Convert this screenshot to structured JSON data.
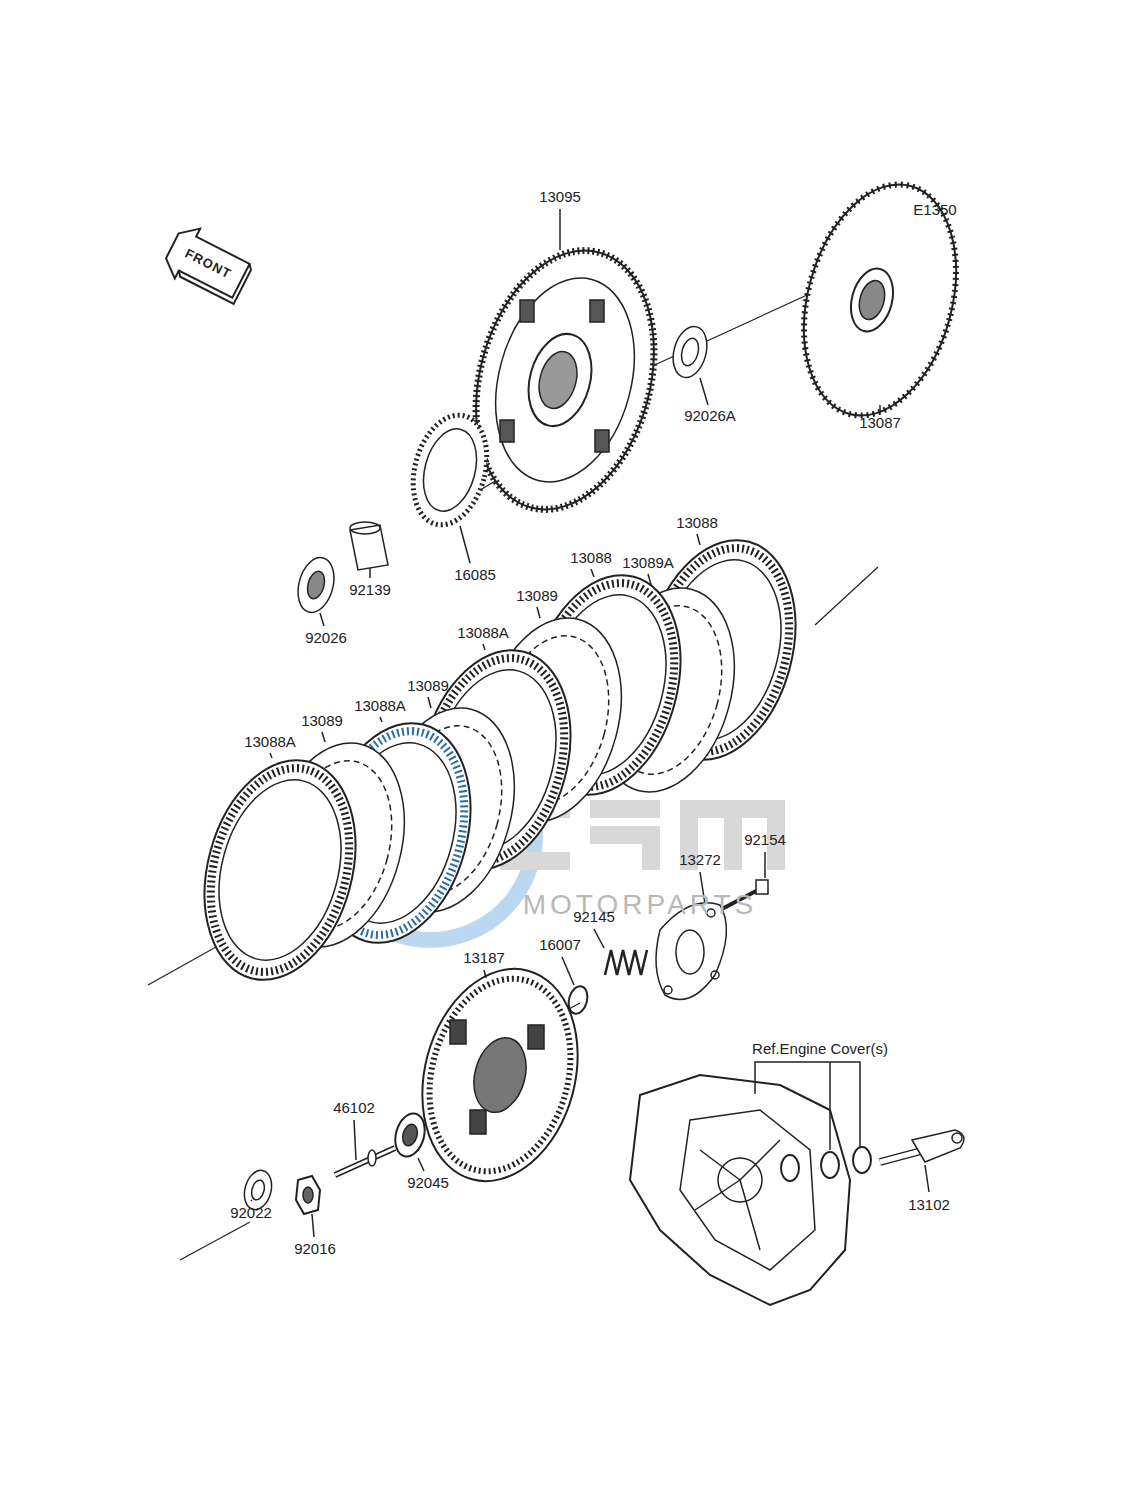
{
  "diagram": {
    "labels": [
      "E1350",
      "FRONT",
      "13095",
      "92026A",
      "13087",
      "13088",
      "13089A",
      "13088",
      "13089",
      "13088A",
      "92139",
      "16085",
      "92026",
      "13089",
      "13088A",
      "13089",
      "13088A",
      "92154",
      "13272",
      "MOTORPARTS",
      "92145",
      "16007",
      "13187",
      "Ref.Engine Cover(s)",
      "46102",
      "92045",
      "13102",
      "92022",
      "92016"
    ]
  }
}
